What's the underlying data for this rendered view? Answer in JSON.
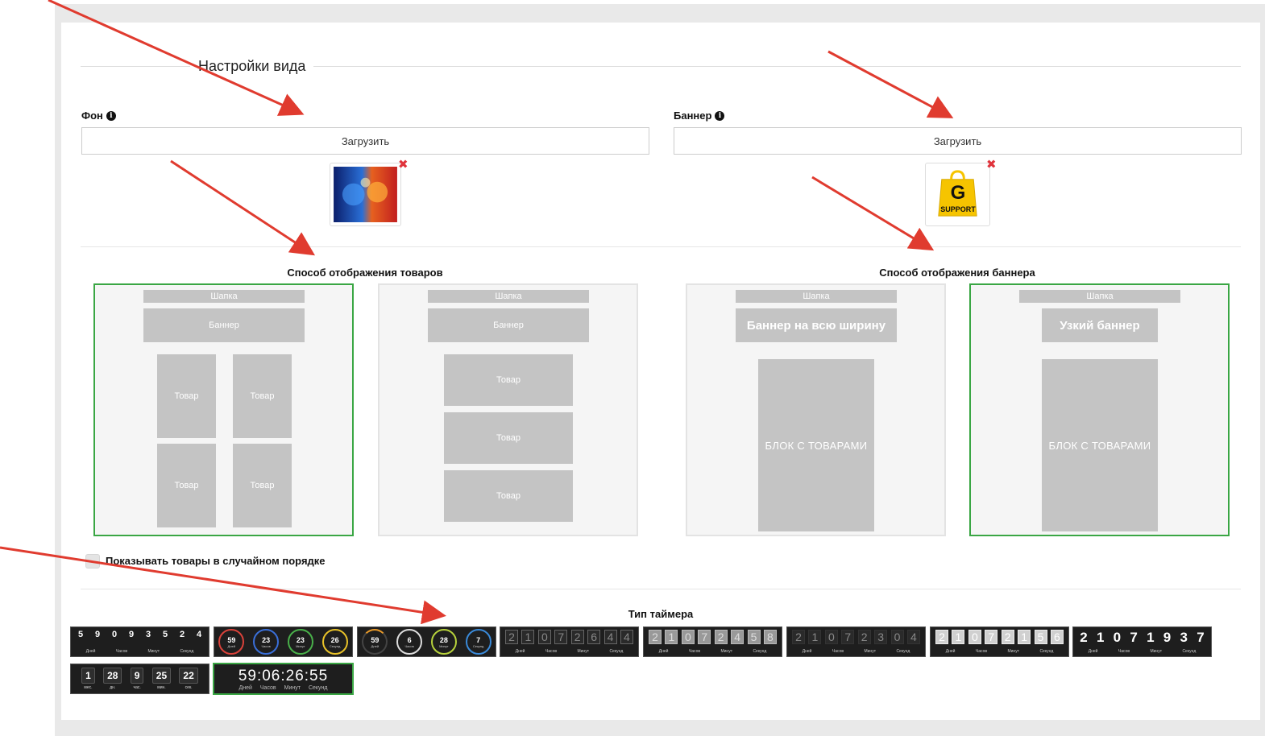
{
  "settings_title": "Настройки вида",
  "background": {
    "label": "Фон",
    "upload_label": "Загрузить",
    "remove_symbol": "✖"
  },
  "banner": {
    "label": "Баннер",
    "upload_label": "Загрузить",
    "remove_symbol": "✖",
    "logo_letter": "G",
    "logo_text": "SUPPORT"
  },
  "products_display": {
    "title": "Способ отображения товаров",
    "header_label": "Шапка",
    "banner_label": "Баннер",
    "product_label": "Товар"
  },
  "banner_display": {
    "title": "Способ отображения баннера",
    "header_label": "Шапка",
    "full_width_label": "Баннер на всю ширину",
    "narrow_label": "Узкий баннер",
    "products_block_label": "БЛОК С ТОВАРАМИ"
  },
  "random_order": {
    "label": "Показывать товары в случайном порядке",
    "checked": false
  },
  "timer": {
    "title": "Тип таймера",
    "labels4": [
      "Дней",
      "Часов",
      "Минут",
      "Секунд"
    ],
    "labels5": [
      "мес.",
      "дн.",
      "час.",
      "мин.",
      "сек."
    ],
    "t1_digits": [
      "5",
      "9",
      "0",
      "9",
      "3",
      "5",
      "2",
      "4"
    ],
    "t2_values": [
      "59",
      "23",
      "23",
      "26"
    ],
    "t3_values": [
      "59",
      "6",
      "28",
      "7"
    ],
    "t4_digits": [
      "2",
      "1",
      "0",
      "7",
      "2",
      "6",
      "4",
      "4"
    ],
    "t5_digits": [
      "2",
      "1",
      "0",
      "7",
      "2",
      "4",
      "5",
      "8"
    ],
    "t6_digits": [
      "2",
      "1",
      "0",
      "7",
      "2",
      "3",
      "0",
      "4"
    ],
    "t7_digits": [
      "2",
      "1",
      "0",
      "7",
      "2",
      "1",
      "5",
      "6"
    ],
    "t8_digits": [
      "2",
      "1",
      "0",
      "7",
      "1",
      "9",
      "3",
      "7"
    ],
    "t9_values": [
      "1",
      "28",
      "9",
      "25",
      "22"
    ],
    "t10_time": "59:06:26:55",
    "selected": 10
  },
  "colors": {
    "accent": "#3aa644",
    "arrow": "#e03b2f",
    "remove": "#e0343c"
  }
}
